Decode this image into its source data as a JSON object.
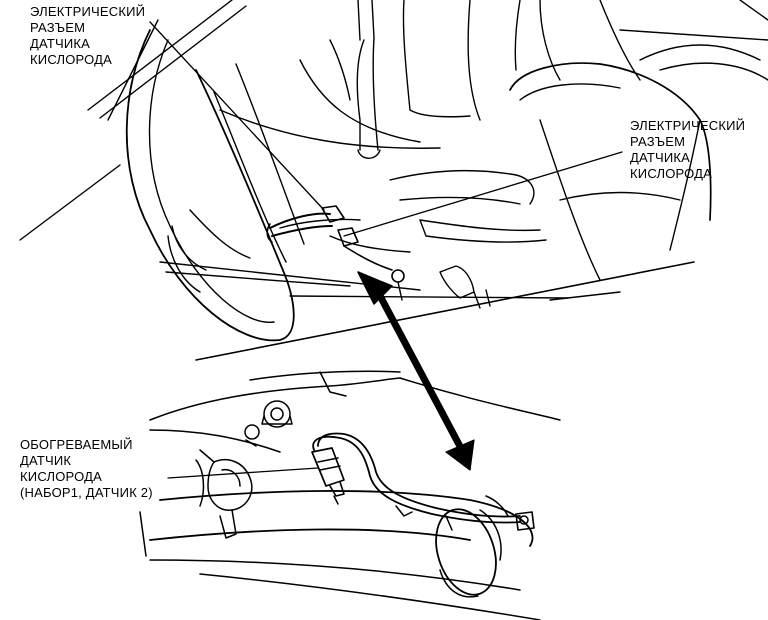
{
  "labels": {
    "top_left": [
      "ЭЛЕКТРИЧЕСКИЙ",
      "РАЗЪЕМ",
      "ДАТЧИКА",
      "КИСЛОРОДА"
    ],
    "right": [
      "ЭЛЕКТРИЧЕСКИЙ",
      "РАЗЪЕМ",
      "ДАТЧИКА",
      "КИСЛОРОДА"
    ],
    "bottom_left": [
      "ОБОГРЕВАЕМЫЙ",
      "ДАТЧИК",
      "КИСЛОРОДА",
      "(НАБОР1, ДАТЧИК 2)"
    ]
  },
  "colors": {
    "ink": "#000000",
    "paper": "#ffffff"
  }
}
